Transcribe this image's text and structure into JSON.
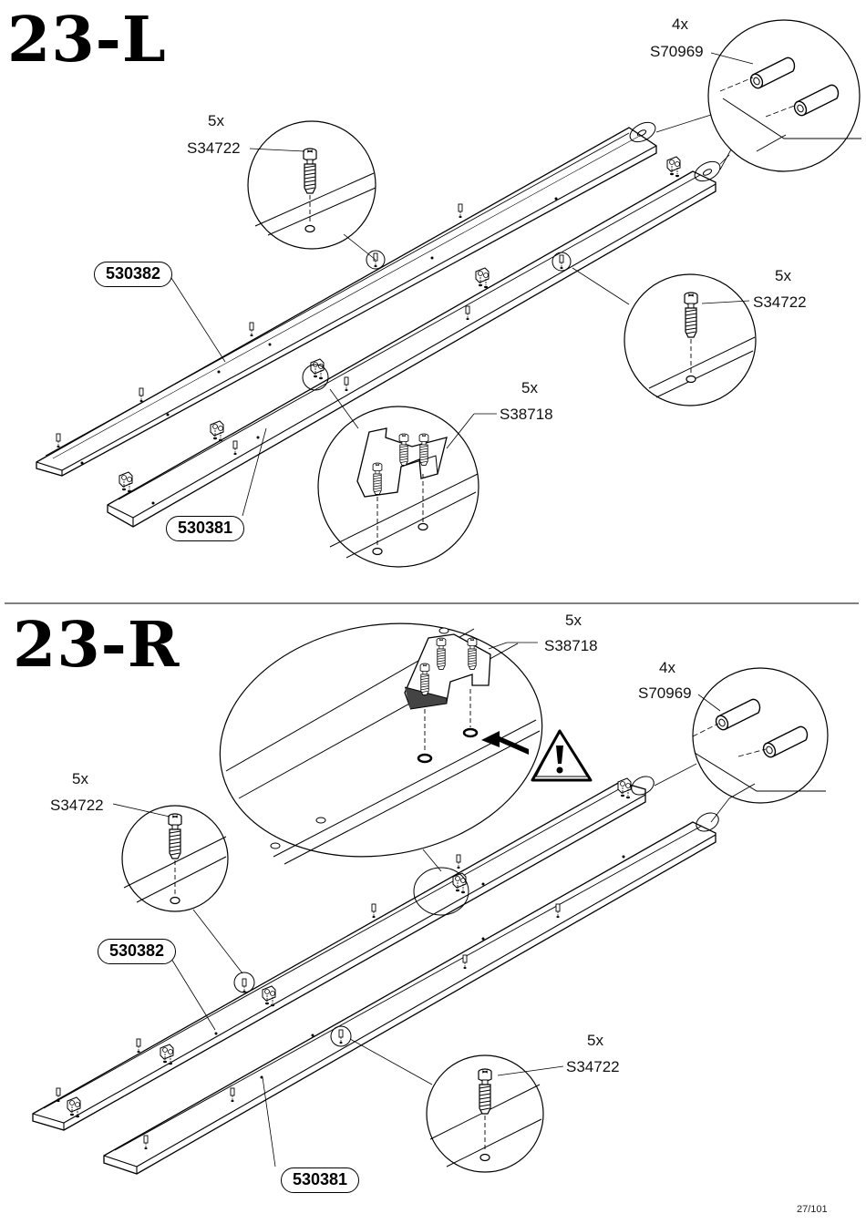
{
  "page_number": "27/101",
  "steps": [
    {
      "id": "23-L",
      "title": "23-L",
      "callouts": [
        {
          "qty": "4x",
          "code": "S70969",
          "icon": "dowel-pin-icon"
        },
        {
          "qty": "5x",
          "code": "S34722",
          "icon": "cam-bolt-icon"
        },
        {
          "qty": "5x",
          "code": "S34722",
          "icon": "cam-bolt-icon"
        },
        {
          "qty": "5x",
          "code": "S38718",
          "icon": "bracket-with-screws-icon"
        }
      ],
      "parts": [
        "530382",
        "530381"
      ]
    },
    {
      "id": "23-R",
      "title": "23-R",
      "callouts": [
        {
          "qty": "5x",
          "code": "S38718",
          "icon": "bracket-with-screws-icon"
        },
        {
          "qty": "4x",
          "code": "S70969",
          "icon": "dowel-pin-icon"
        },
        {
          "qty": "5x",
          "code": "S34722",
          "icon": "cam-bolt-icon"
        },
        {
          "qty": "5x",
          "code": "S34722",
          "icon": "cam-bolt-icon"
        }
      ],
      "parts": [
        "530382",
        "530381"
      ],
      "warning_icon": "warning-triangle-icon"
    }
  ]
}
